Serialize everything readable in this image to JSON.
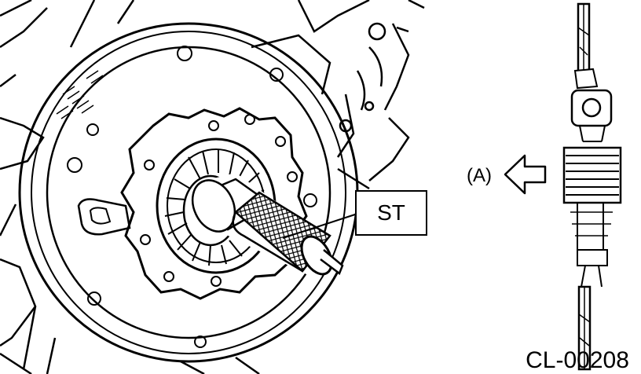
{
  "figure": {
    "tool_label": "ST",
    "direction_label": "(A)",
    "figure_code": "CL-00208"
  },
  "colors": {
    "line": "#000000",
    "background": "#ffffff"
  }
}
